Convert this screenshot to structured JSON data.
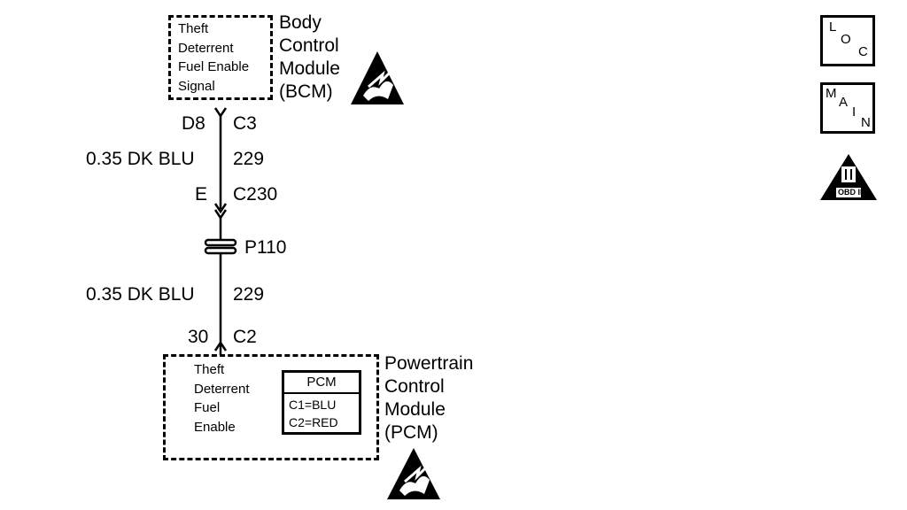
{
  "bcm": {
    "inner_lines": [
      "Theft",
      "Deterrent",
      "Fuel Enable",
      "Signal"
    ],
    "label_lines": [
      "Body",
      "Control",
      "Module",
      "(BCM)"
    ]
  },
  "upper_wire": {
    "pin_left": "D8",
    "pin_right": "C3",
    "wire_spec": "0.35 DK BLU",
    "circuit": "229",
    "inline_pin": "E",
    "inline_connector": "C230"
  },
  "splice": {
    "label": "P110"
  },
  "lower_wire": {
    "wire_spec": "0.35 DK BLU",
    "circuit": "229",
    "pin_left": "30",
    "pin_right": "C2"
  },
  "pcm": {
    "inner_lines": [
      "Theft",
      "Deterrent",
      "Fuel",
      "Enable"
    ],
    "key_title": "PCM",
    "key_lines": [
      "C1=BLU",
      "C2=RED"
    ],
    "label_lines": [
      "Powertrain",
      "Control",
      "Module",
      "(PCM)"
    ]
  },
  "side_icons": {
    "loc": {
      "l": "L",
      "o": "O",
      "c": "C"
    },
    "main": {
      "m": "M",
      "a": "A",
      "i": "I",
      "n": "N"
    },
    "obd": {
      "numeral": "II",
      "caption": "OBD II"
    }
  },
  "icons": [
    "esd-warning-icon",
    "loc-icon",
    "main-icon",
    "obd-ii-icon"
  ]
}
